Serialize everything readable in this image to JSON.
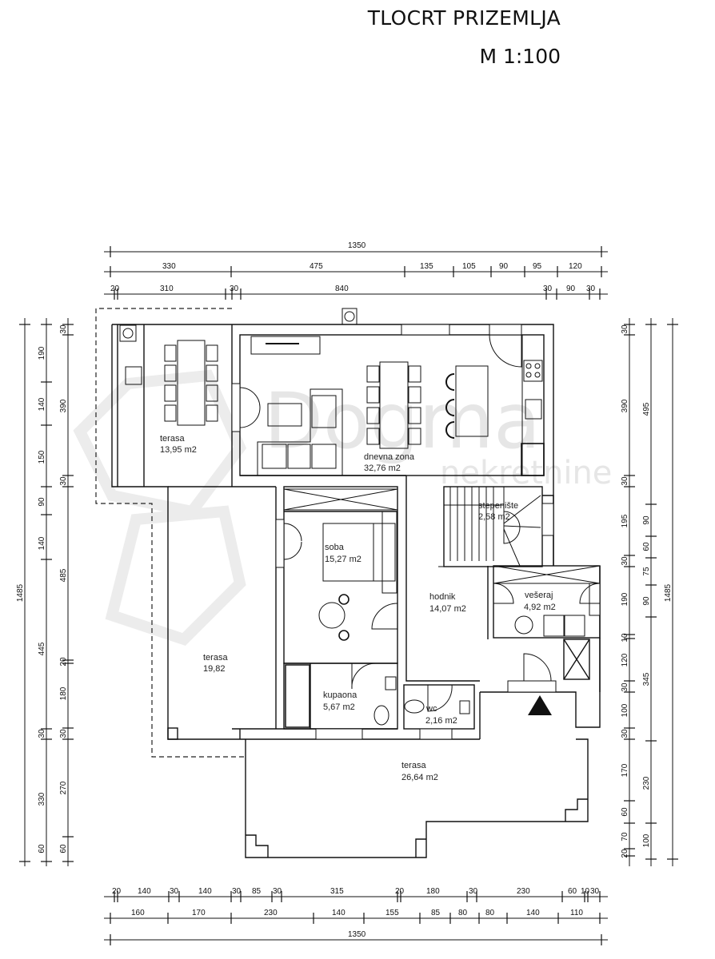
{
  "header": {
    "title": "TLOCRT PRIZEMLJA",
    "scale": "M 1:100"
  },
  "watermark": {
    "brand": "Dogma",
    "sub": "nekretnine"
  },
  "dimensions": {
    "top": {
      "total": "1350",
      "row2": [
        "330",
        "475",
        "135",
        "105",
        "90",
        "95",
        "120"
      ],
      "row3": [
        "20",
        "310",
        "30",
        "840",
        "30",
        "90",
        "30"
      ]
    },
    "bottom": {
      "row1": [
        "20",
        "140",
        "30",
        "140",
        "30",
        "85",
        "30",
        "315",
        "20",
        "180",
        "30",
        "230",
        "60",
        "10",
        "30"
      ],
      "row2": [
        "160",
        "170",
        "230",
        "140",
        "155",
        "85",
        "80",
        "80",
        "140",
        "110"
      ],
      "total": "1350"
    },
    "left": {
      "total": "1485",
      "middle": [
        "190",
        "140",
        "150",
        "90",
        "140",
        "445",
        "30",
        "330",
        "60"
      ],
      "inner": [
        "30",
        "390",
        "30",
        "485",
        "20",
        "180",
        "30",
        "270",
        "60"
      ]
    },
    "right": {
      "inner": [
        "30",
        "390",
        "30",
        "195",
        "30",
        "190",
        "10",
        "120",
        "30",
        "100",
        "30",
        "170",
        "60",
        "70",
        "20"
      ],
      "middle": [
        "495",
        "90",
        "60",
        "75",
        "90",
        "345",
        "230",
        "100"
      ],
      "total": "1485"
    }
  },
  "rooms": [
    {
      "name": "terasa",
      "area": "13,95 m2"
    },
    {
      "name": "dnevna zona",
      "area": "32,76 m2"
    },
    {
      "name": "stepenište",
      "area": "2,58 m2"
    },
    {
      "name": "soba",
      "area": "15,27 m2"
    },
    {
      "name": "hodnik",
      "area": "14,07 m2"
    },
    {
      "name": "vešeraj",
      "area": "4,92 m2"
    },
    {
      "name": "terasa",
      "area": "19,82"
    },
    {
      "name": "kupaona",
      "area": "5,67 m2"
    },
    {
      "name": "wc",
      "area": "2,16 m2"
    },
    {
      "name": "terasa",
      "area": "26,64 m2"
    }
  ]
}
